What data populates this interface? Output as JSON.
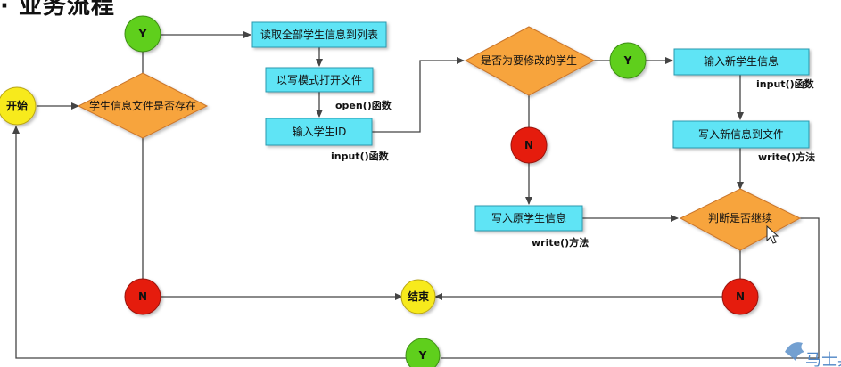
{
  "page_title": "· 业务流程",
  "nodes": {
    "start": "开始",
    "file_exists": "学生信息文件是否存在",
    "y_top": "Y",
    "read_all": "读取全部学生信息到列表",
    "open_write": "以写模式打开文件",
    "open_fn": "open()函数",
    "input_id": "输入学生ID",
    "input_fn_1": "input()函数",
    "is_modify": "是否为要修改的学生",
    "y_modify": "Y",
    "n_modify": "N",
    "input_new": "输入新学生信息",
    "input_fn_2": "input()函数",
    "write_new": "写入新信息到文件",
    "write_fn_1": "write()方法",
    "write_orig": "写入原学生信息",
    "write_fn_2": "write()方法",
    "continue_q": "判断是否继续",
    "n_left": "N",
    "end": "结束",
    "n_right": "N",
    "y_bottom": "Y"
  },
  "colors": {
    "rect_fill": "#5ee4f5",
    "rect_stroke": "#2a9ab0",
    "diamond_fill": "#f7a43e",
    "diamond_stroke": "#c9752a",
    "yes_fill": "#5fcf1f",
    "no_fill": "#e51c0e",
    "start_fill": "#f7ea1e",
    "line": "#444444"
  },
  "watermark": "马士兵"
}
